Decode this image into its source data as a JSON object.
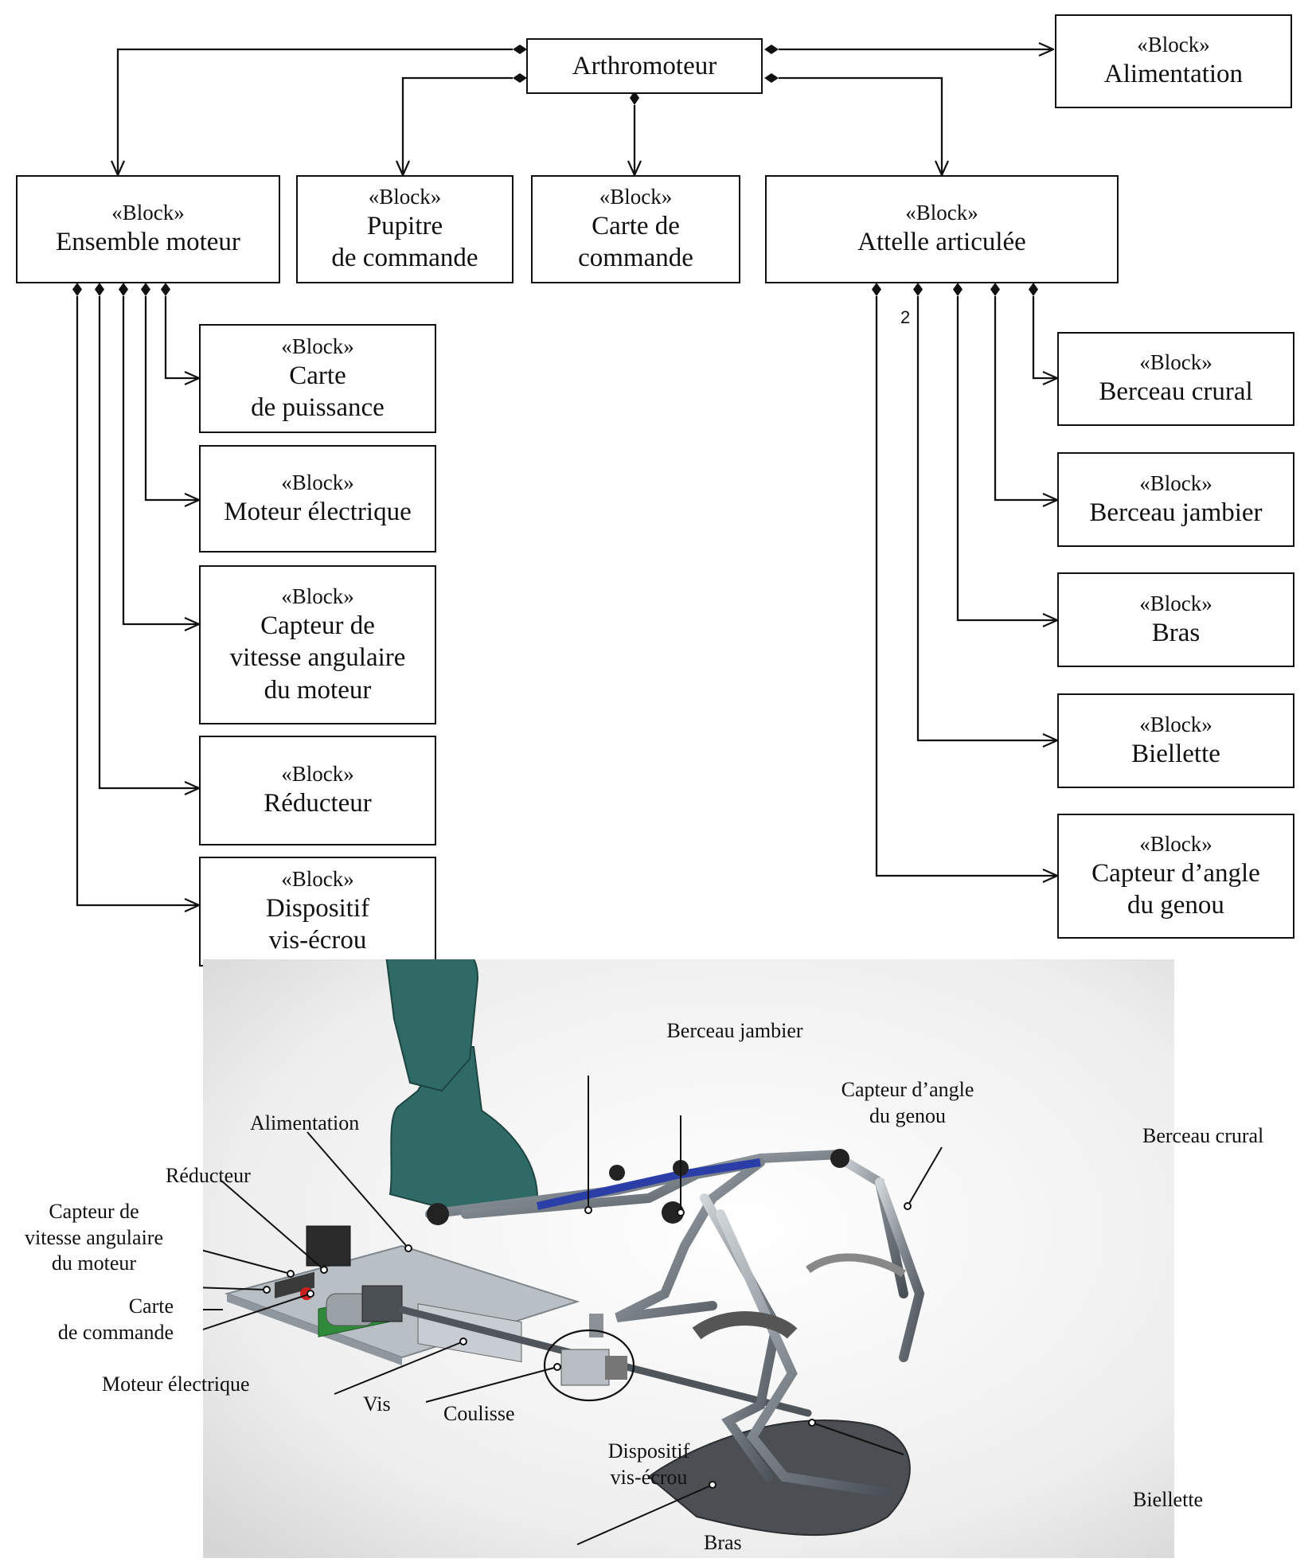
{
  "diagram": {
    "root": {
      "name": "Arthromoteur"
    },
    "stereotype": "«Block»",
    "top_blocks": {
      "alimentation": "Alimentation",
      "ensemble_moteur": "Ensemble moteur",
      "pupitre": "Pupitre\nde commande",
      "carte_commande": "Carte de\ncommande",
      "attelle": "Attelle articulée"
    },
    "ensemble_moteur_parts": {
      "carte_puissance": "Carte\nde puissance",
      "moteur_electrique": "Moteur électrique",
      "capteur_vitesse": "Capteur de\nvitesse angulaire\ndu moteur",
      "reducteur": "Réducteur",
      "dispositif": "Dispositif\nvis-écrou"
    },
    "attelle_parts": {
      "berceau_crural": "Berceau crural",
      "berceau_jambier": "Berceau jambier",
      "bras": "Bras",
      "biellette": "Biellette",
      "capteur_angle": "Capteur d’angle\ndu genou"
    },
    "biellette_multiplicity": "2"
  },
  "illustration": {
    "labels": {
      "berceau_jambier": "Berceau jambier",
      "capteur_angle": "Capteur d’angle\ndu genou",
      "berceau_crural": "Berceau crural",
      "alimentation": "Alimentation",
      "reducteur": "Réducteur",
      "capteur_vitesse": "Capteur de\nvitesse angulaire\ndu moteur",
      "carte_commande": "Carte\nde commande",
      "moteur_electrique": "Moteur électrique",
      "vis": "Vis",
      "coulisse": "Coulisse",
      "dispositif": "Dispositif\nvis-écrou",
      "biellette": "Biellette",
      "bras": "Bras"
    },
    "colors": {
      "seat": "#2f6a66",
      "frame": "#8d949a",
      "blue_bar": "#2b3ea8",
      "base_plate": "#b8c0c6",
      "pcb": "#2f8a3a"
    }
  }
}
